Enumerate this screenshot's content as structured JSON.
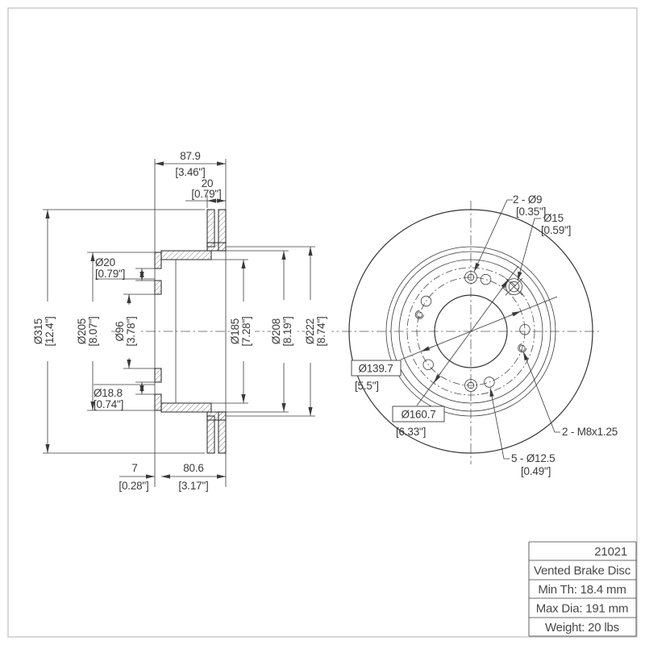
{
  "section_view": {
    "dim_width_total": {
      "mm": "87.9",
      "in": "[3.46\"]"
    },
    "dim_disc_thickness": {
      "mm": "20",
      "in": "[0.79\"]"
    },
    "dim_outer_diameter": {
      "mm": "Ø315",
      "in": "[12.4\"]"
    },
    "dim_hat_diameter": {
      "mm": "Ø205",
      "in": "[8.07\"]"
    },
    "dim_hole_upper": {
      "mm": "Ø20",
      "in": "[0.79\"]"
    },
    "dim_center_bore": {
      "mm": "Ø96",
      "in": "[3.78\"]"
    },
    "dim_hole_lower": {
      "mm": "Ø18.8",
      "in": "[0.74\"]"
    },
    "dim_inner_dia_1": {
      "mm": "Ø185",
      "in": "[7.28\"]"
    },
    "dim_inner_dia_2": {
      "mm": "Ø208",
      "in": "[8.19\"]"
    },
    "dim_inner_dia_3": {
      "mm": "Ø222",
      "in": "[8.74\"]"
    },
    "dim_face_thickness": {
      "mm": "7",
      "in": "[0.28\"]"
    },
    "dim_hat_depth": {
      "mm": "80.6",
      "in": "[3.17\"]"
    }
  },
  "front_view": {
    "label_stud_holes": {
      "line1": "2 - Ø9",
      "line2": "[0.35\"]"
    },
    "label_hole_15": {
      "line1": "Ø15",
      "line2": "[0.59\"]"
    },
    "label_bolt_circle_1": {
      "value": "Ø139.7",
      "in": "[5.5\"]"
    },
    "label_bolt_circle_2": {
      "value": "Ø160.7",
      "in": "[6.33\"]"
    },
    "label_lug_holes": {
      "line1": "5 - Ø12.5",
      "line2": "[0.49\"]"
    },
    "label_thread_holes": "2 - M8x1.25"
  },
  "title_block": {
    "part_number": "21021",
    "description": "Vented Brake Disc",
    "min_thickness": "Min Th: 18.4 mm",
    "max_diameter": "Max Dia: 191 mm",
    "weight": "Weight: 20 lbs"
  },
  "colors": {
    "line": "#3a3a3a",
    "background": "#ffffff"
  }
}
